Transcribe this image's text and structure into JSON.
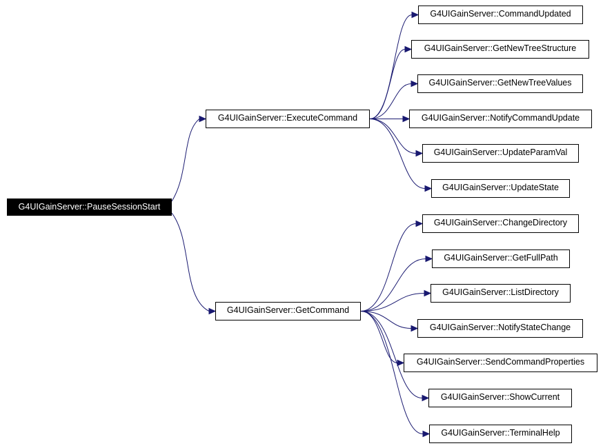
{
  "graph": {
    "root": "G4UIGainServer::PauseSessionStart",
    "level1": [
      "G4UIGainServer::ExecuteCommand",
      "G4UIGainServer::GetCommand"
    ],
    "execute_children": [
      "G4UIGainServer::CommandUpdated",
      "G4UIGainServer::GetNewTreeStructure",
      "G4UIGainServer::GetNewTreeValues",
      "G4UIGainServer::NotifyCommandUpdate",
      "G4UIGainServer::UpdateParamVal",
      "G4UIGainServer::UpdateState"
    ],
    "getcommand_children": [
      "G4UIGainServer::ChangeDirectory",
      "G4UIGainServer::GetFullPath",
      "G4UIGainServer::ListDirectory",
      "G4UIGainServer::NotifyStateChange",
      "G4UIGainServer::SendCommandProperties",
      "G4UIGainServer::ShowCurrent",
      "G4UIGainServer::TerminalHelp"
    ],
    "colors": {
      "edge": "#191970",
      "root_bg": "#000000",
      "root_text": "#ffffff"
    }
  }
}
